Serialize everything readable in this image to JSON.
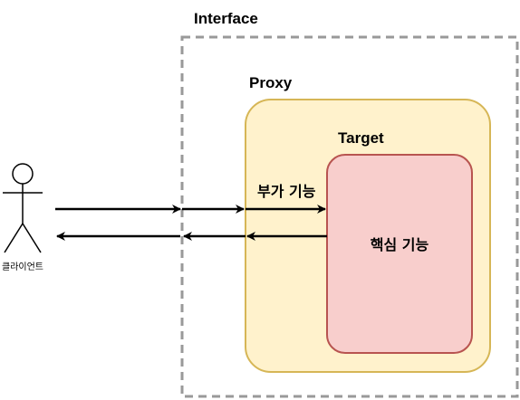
{
  "interface": {
    "title": "Interface",
    "border_color": "#999999"
  },
  "proxy": {
    "title": "Proxy",
    "fill_color": "#fff2cc",
    "border_color": "#d6b656"
  },
  "target": {
    "title": "Target",
    "fill_color": "#f8cecc",
    "border_color": "#b85450",
    "core_label": "핵심 기능"
  },
  "extra_feature_label": "부가 기능",
  "client": {
    "label": "클라이언트",
    "icon": "actor-icon"
  }
}
